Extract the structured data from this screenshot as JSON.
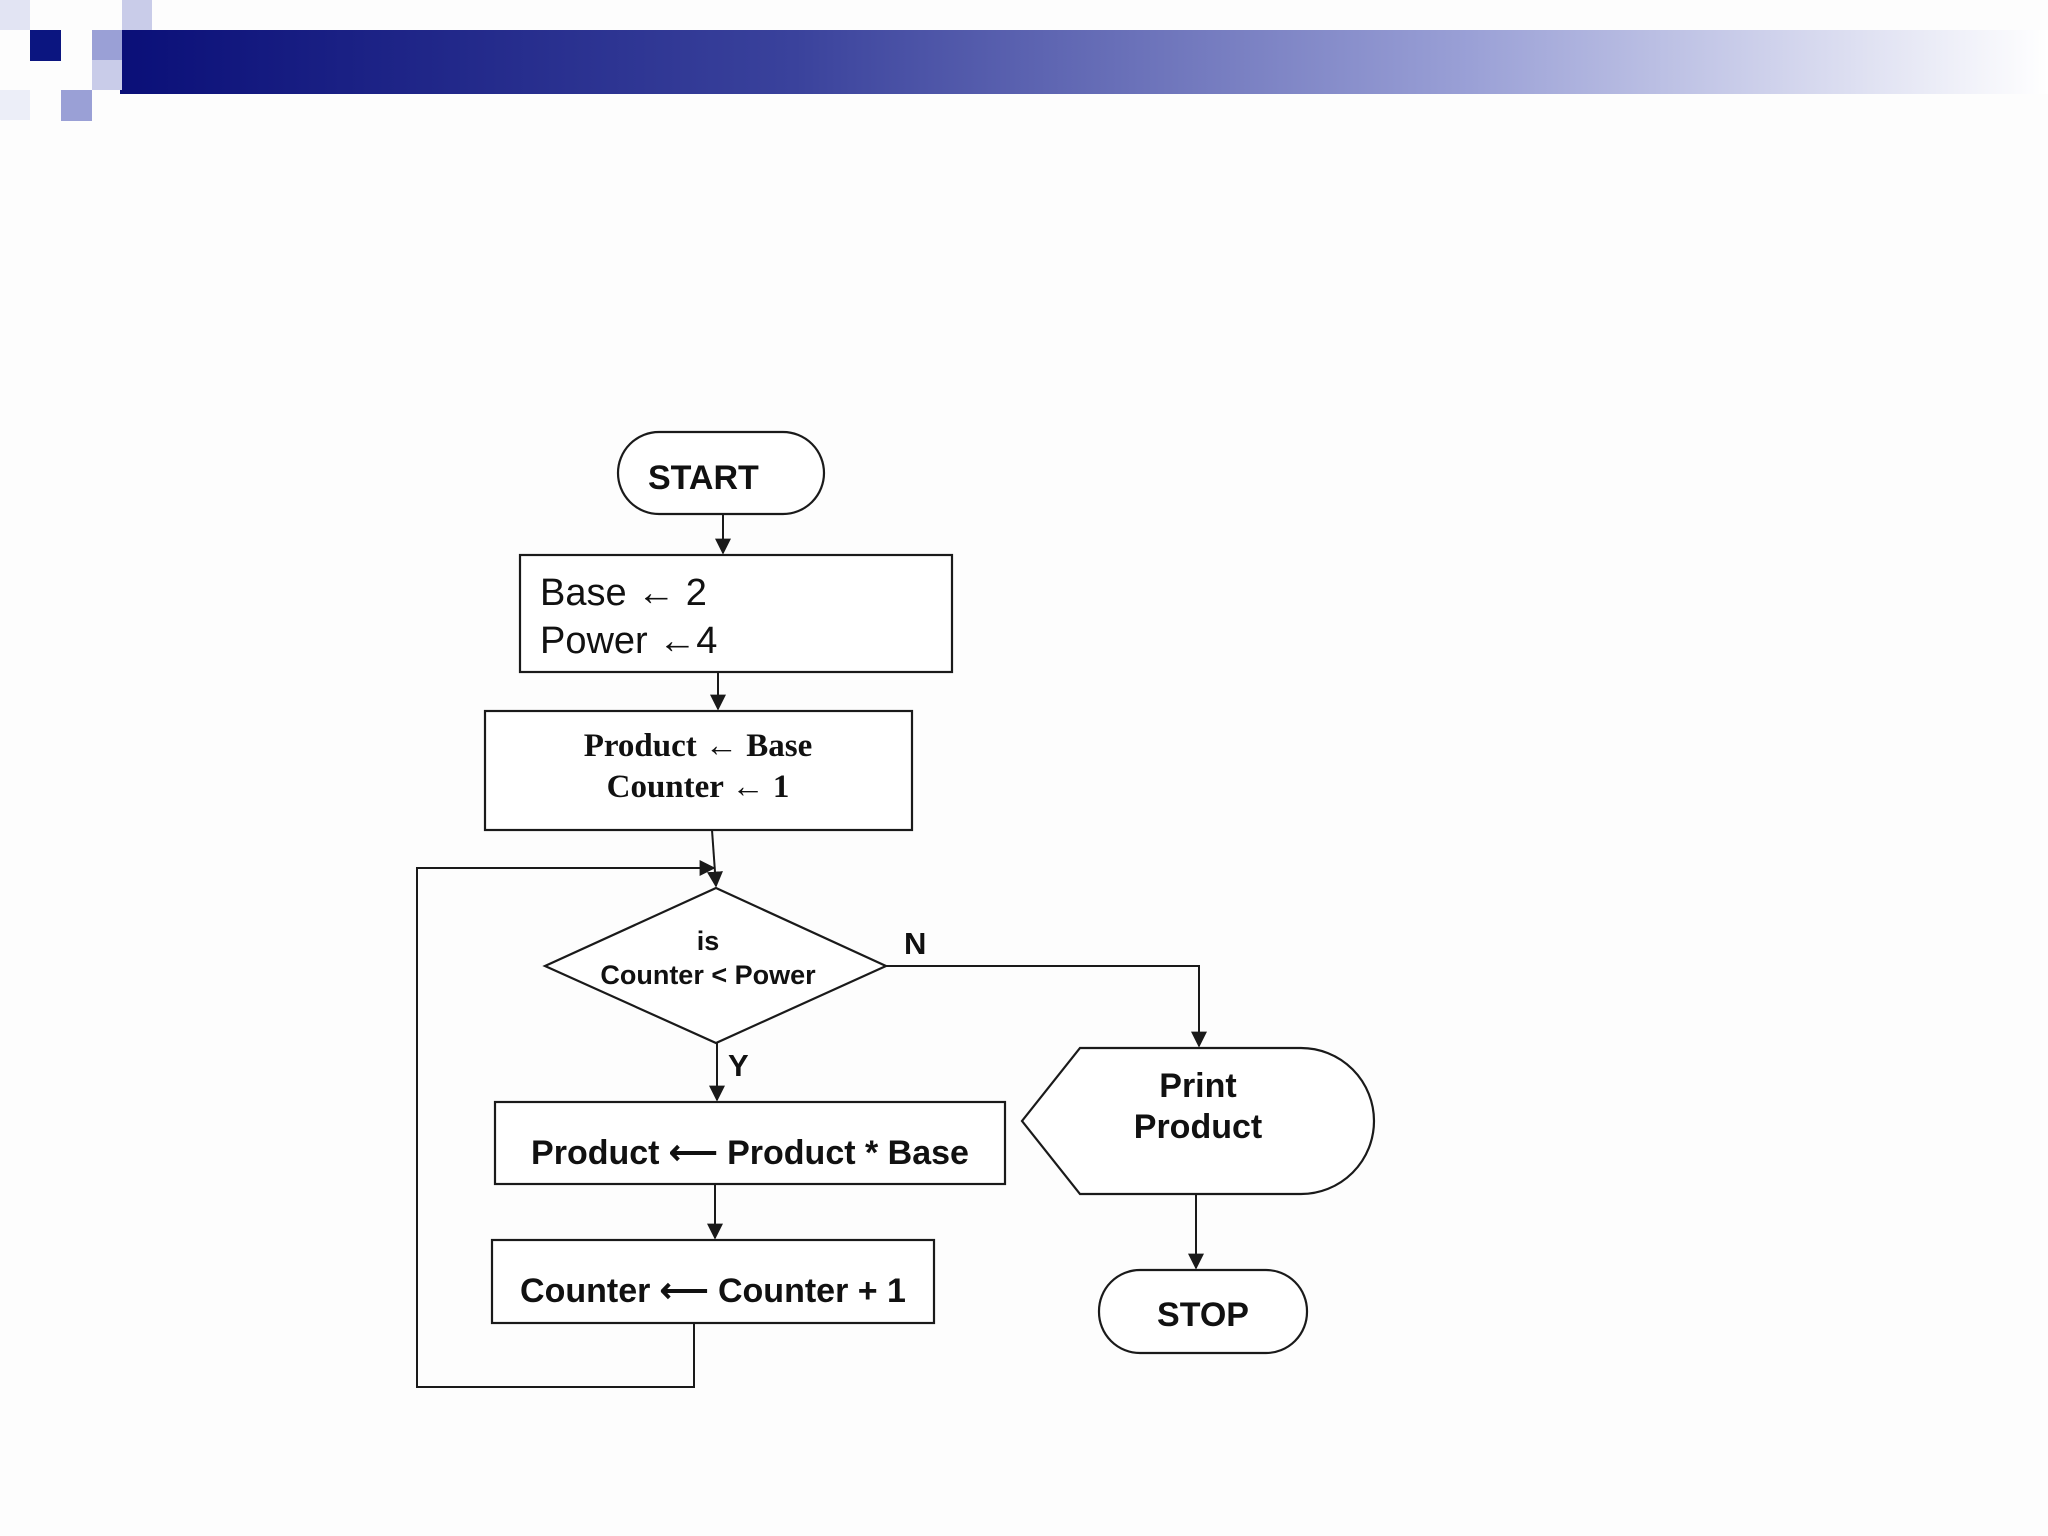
{
  "decoration": {
    "title_bar_start": "#0a0f78",
    "title_bar_end": "#ffffff",
    "square_colors": [
      "#0b1580",
      "#9aa0d6",
      "#c9cce9"
    ]
  },
  "flowchart": {
    "start": "START",
    "init": {
      "line1": "Base ← 2",
      "line2": "Power ←4"
    },
    "setup": {
      "line1": "Product ← Base",
      "line2": "Counter ← 1"
    },
    "decision": {
      "line1": "is",
      "line2": "Counter < Power"
    },
    "yes_label": "Y",
    "no_label": "N",
    "multiply": "Product ⟵ Product * Base",
    "increment": "Counter ⟵ Counter + 1",
    "print": {
      "line1": "Print",
      "line2": "Product"
    },
    "stop": "STOP"
  }
}
